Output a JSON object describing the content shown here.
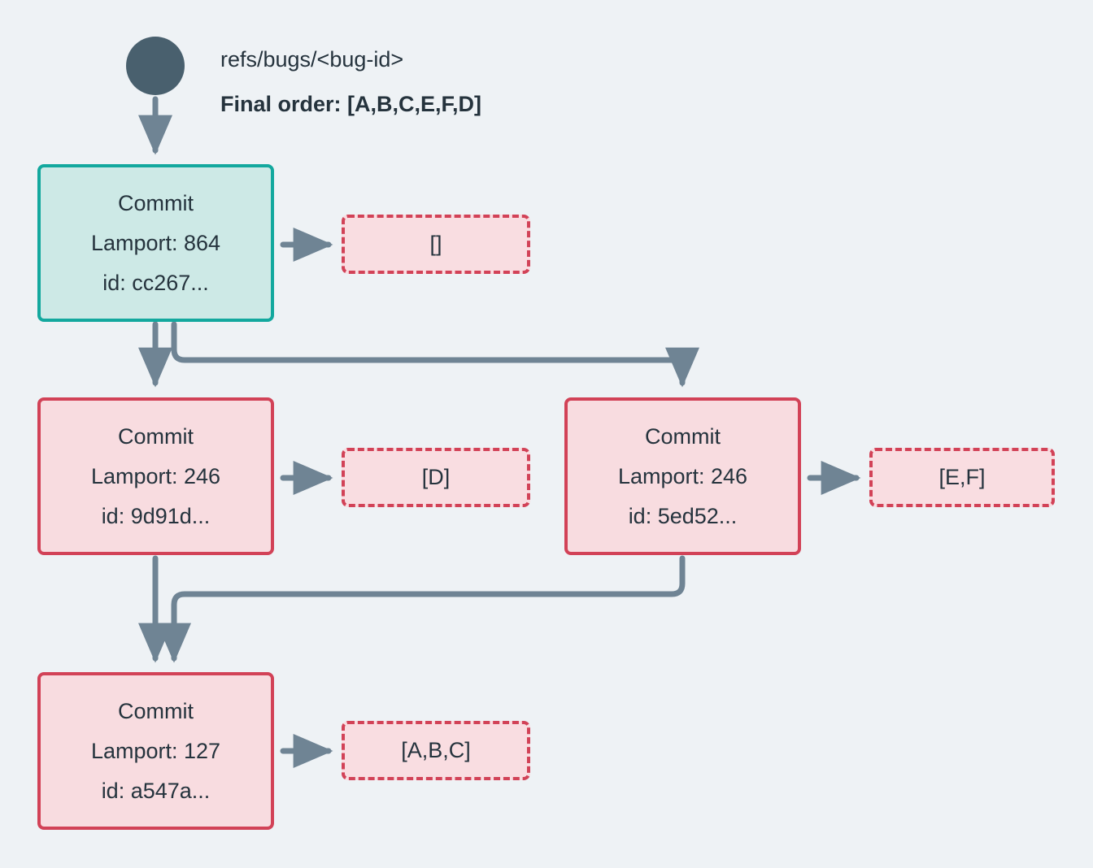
{
  "diagram": {
    "background_color": "#eef2f5",
    "edge_color": "#6f8494",
    "head": {
      "ref_name": "refs/bugs/<bug-id>",
      "final_order": "Final order: [A,B,C,E,F,D]",
      "node_color": "#49606e"
    },
    "commits": [
      {
        "id": "commit-cc267",
        "title": "Commit",
        "lamport": "Lamport: 864",
        "hash": "id: cc267...",
        "style": "green",
        "border_color": "#13a89e",
        "fill_color": "#cde9e6"
      },
      {
        "id": "commit-9d91d",
        "title": "Commit",
        "lamport": "Lamport: 246",
        "hash": "id: 9d91d...",
        "style": "red",
        "border_color": "#d24257",
        "fill_color": "#f8dce0"
      },
      {
        "id": "commit-5ed52",
        "title": "Commit",
        "lamport": "Lamport: 246",
        "hash": "id: 5ed52...",
        "style": "red",
        "border_color": "#d24257",
        "fill_color": "#f8dce0"
      },
      {
        "id": "commit-a547a",
        "title": "Commit",
        "lamport": "Lamport: 127",
        "hash": "id: a547a...",
        "style": "red",
        "border_color": "#d24257",
        "fill_color": "#f8dce0"
      }
    ],
    "operations": [
      {
        "id": "ops-cc267",
        "label": "[]"
      },
      {
        "id": "ops-9d91d",
        "label": "[D]"
      },
      {
        "id": "ops-5ed52",
        "label": "[E,F]"
      },
      {
        "id": "ops-a547a",
        "label": "[A,B,C]"
      }
    ]
  }
}
